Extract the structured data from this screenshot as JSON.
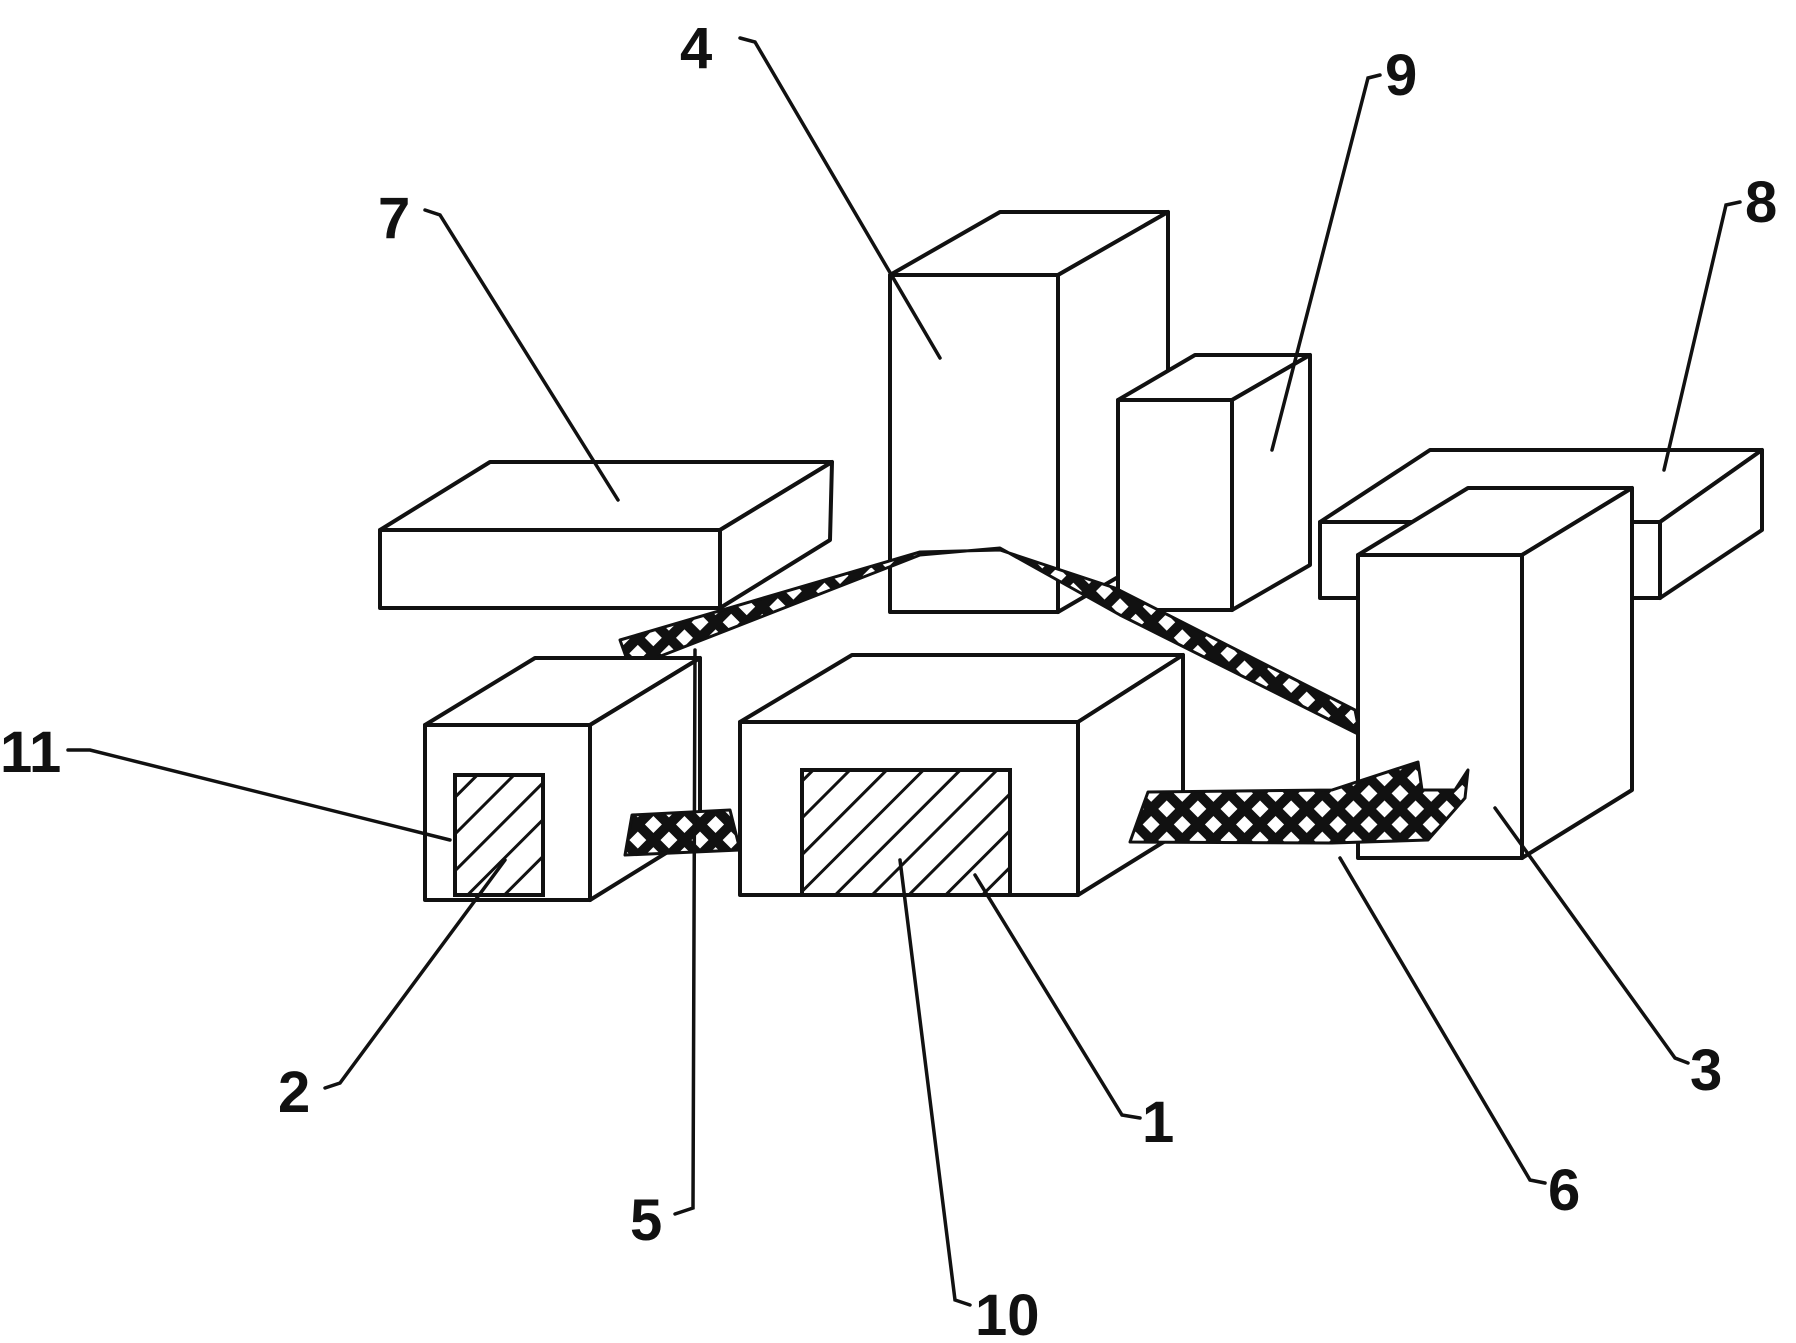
{
  "diagram": {
    "colors": {
      "line": "#111111",
      "background": "#ffffff"
    },
    "labels": {
      "l1": "1",
      "l2": "2",
      "l3": "3",
      "l4": "4",
      "l5": "5",
      "l6": "6",
      "l7": "7",
      "l8": "8",
      "l9": "9",
      "l10": "10",
      "l11": "11"
    }
  }
}
